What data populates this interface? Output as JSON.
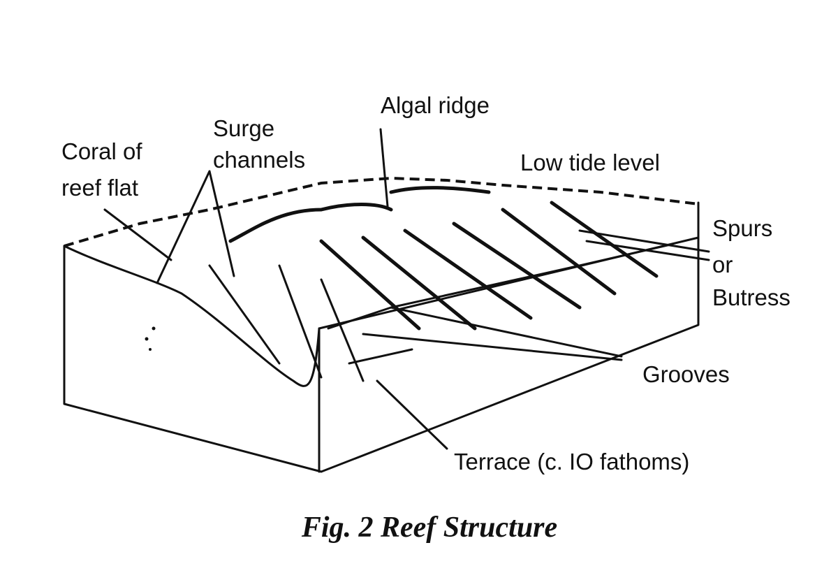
{
  "figure": {
    "caption": "Fig. 2 Reef Structure",
    "labels": {
      "algal_ridge": "Algal ridge",
      "surge_1": "Surge",
      "surge_2": "channels",
      "coral_1": "Coral of",
      "coral_2": "reef flat",
      "low_tide": "Low tide level",
      "spurs_1": "Spurs",
      "spurs_2": "or",
      "spurs_3": "Butress",
      "grooves": "Grooves",
      "terrace": "Terrace (c. IO fathoms)"
    }
  }
}
